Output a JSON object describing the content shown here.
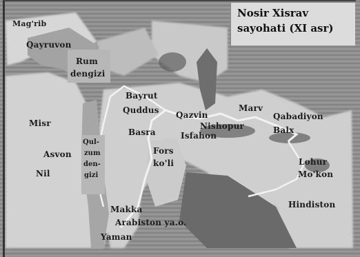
{
  "title": {
    "line1": "Nosir Xisrav",
    "line2": "sayohati (XI asr)"
  },
  "places": {
    "magrib": "Mag'rib",
    "qayruvon": "Qayruvon",
    "rum_line1": "Rum",
    "rum_line2": "dengizi",
    "misr": "Misr",
    "asvon": "Asvon",
    "nil": "Nil",
    "qulzum_1": "Qul-",
    "qulzum_2": "zum",
    "qulzum_3": "den-",
    "qulzum_4": "gizi",
    "bayrut": "Bayrut",
    "quddus": "Quddus",
    "basra": "Basra",
    "qazvin": "Qazvin",
    "nishopur": "Nishopur",
    "isfahon": "Isfahon",
    "marv": "Marv",
    "qabadiyon": "Qabadiyon",
    "balx": "Balx",
    "fors_1": "Fors",
    "fors_2": "ko'li",
    "makka": "Makka",
    "arabiston": "Arabiston ya.o.",
    "yaman": "Yaman",
    "lohur": "Lohur",
    "mokon": "Mo'kon",
    "hindiston": "Hindiston"
  },
  "colors": {
    "background": "#8e8e8e",
    "land": "#cfcfcf",
    "sea": "#9a9a9a",
    "route": "#f2f2f2",
    "text": "#1c1c1c"
  }
}
